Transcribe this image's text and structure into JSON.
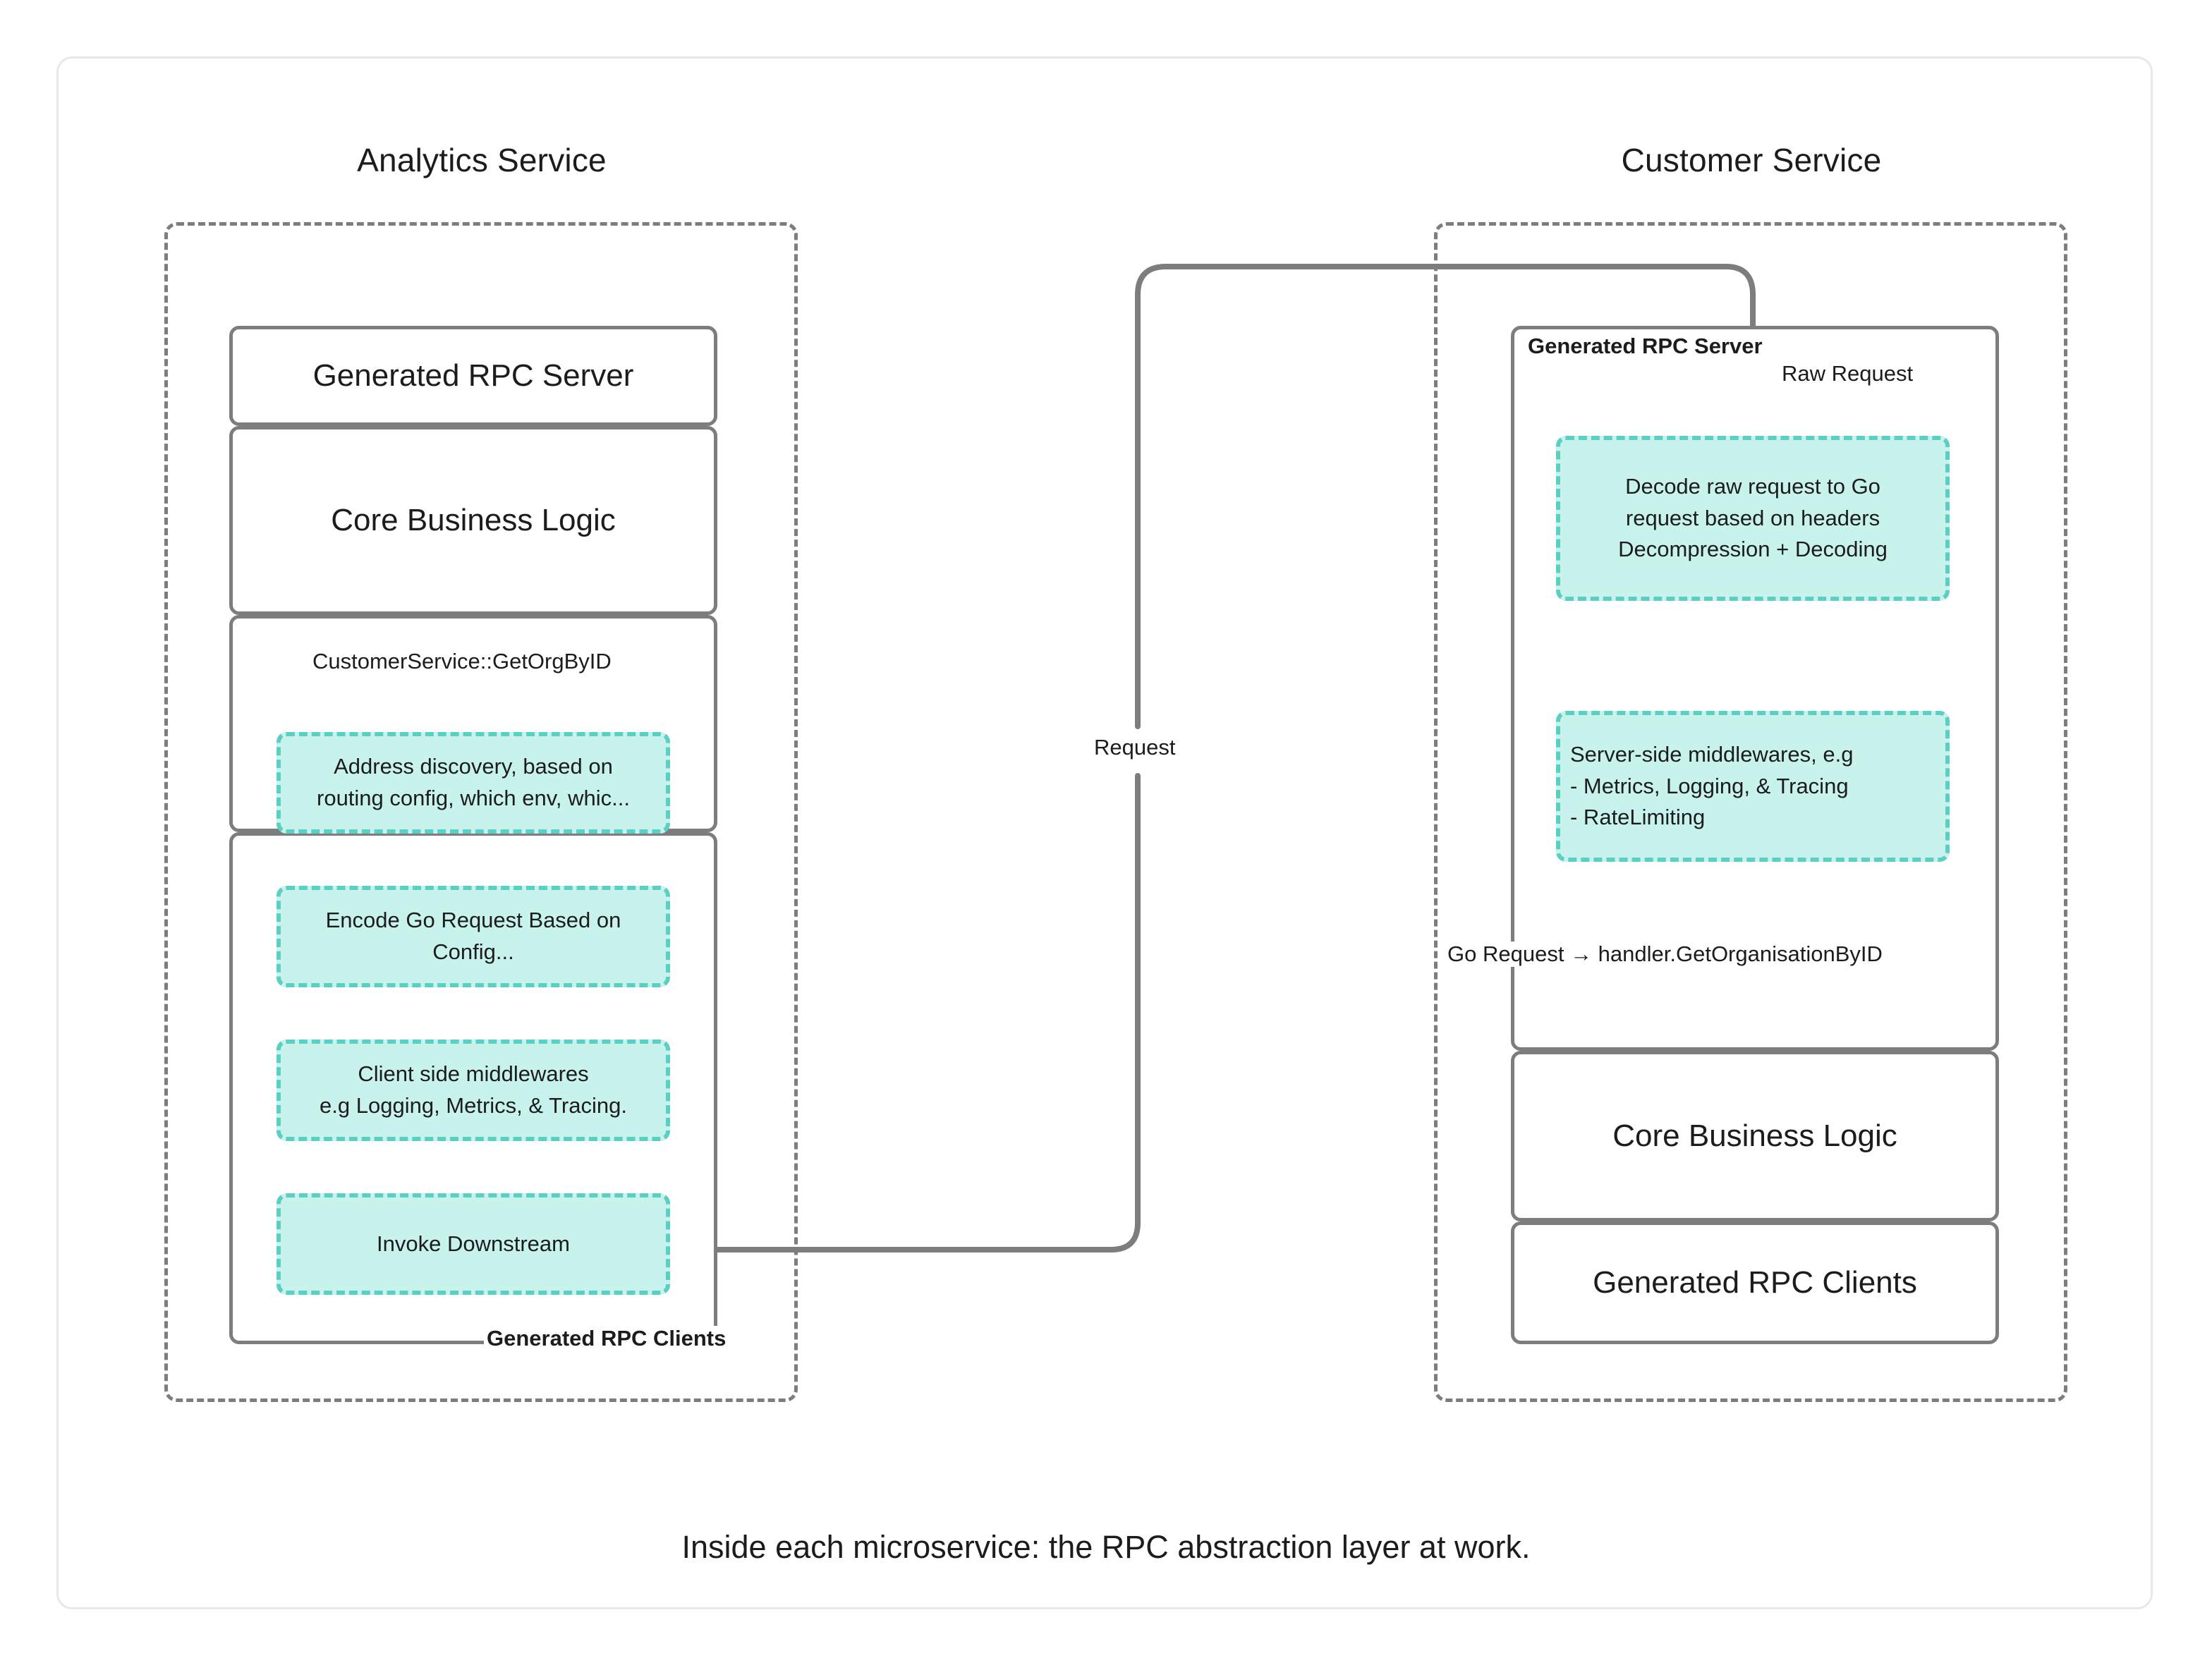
{
  "card": {
    "caption": "Inside each microservice: the RPC abstraction layer at work."
  },
  "colors": {
    "teal_fill": "#c7f3ec",
    "teal_border": "#5ccfc3",
    "gray_stroke": "#7d7d7d",
    "card_border": "#e8e8e8",
    "text": "#1c1c1c"
  },
  "left_service": {
    "title": "Analytics Service",
    "boxes": {
      "rpc_server": "Generated RPC Server",
      "core_logic": "Core Business Logic",
      "rpc_clients_label": "Generated RPC Clients"
    },
    "call_label": "CustomerService::GetOrgByID",
    "steps": [
      "Address discovery, based on routing config, which env, whic...",
      "Encode Go Request Based on Config...",
      "Client side middlewares\ne.g Logging, Metrics, & Tracing.",
      "Invoke Downstream"
    ],
    "step_lines": [
      [
        "Address discovery, based on",
        "routing config, which env, whic..."
      ],
      [
        "Encode Go Request Based on",
        "Config..."
      ],
      [
        "Client side middlewares",
        "e.g Logging, Metrics, & Tracing."
      ],
      [
        "Invoke Downstream"
      ]
    ]
  },
  "right_service": {
    "title": "Customer Service",
    "boxes": {
      "rpc_server_label": "Generated RPC Server",
      "core_logic": "Core Business Logic",
      "rpc_clients": "Generated RPC Clients"
    },
    "raw_request_label": "Raw Request",
    "handoff_label": "Go Request → handler.GetOrganisationByID",
    "steps": [
      "Decode raw request to Go request based on headers Decompression + Decoding",
      "Server-side middlewares, e.g\n- Metrics, Logging, & Tracing\n- RateLimiting"
    ],
    "step_lines": [
      [
        "Decode raw request to Go",
        "request based on headers",
        "Decompression + Decoding"
      ],
      [
        "Server-side middlewares, e.g",
        "- Metrics, Logging, & Tracing",
        "- RateLimiting"
      ]
    ]
  },
  "connector": {
    "request_label": "Request"
  }
}
